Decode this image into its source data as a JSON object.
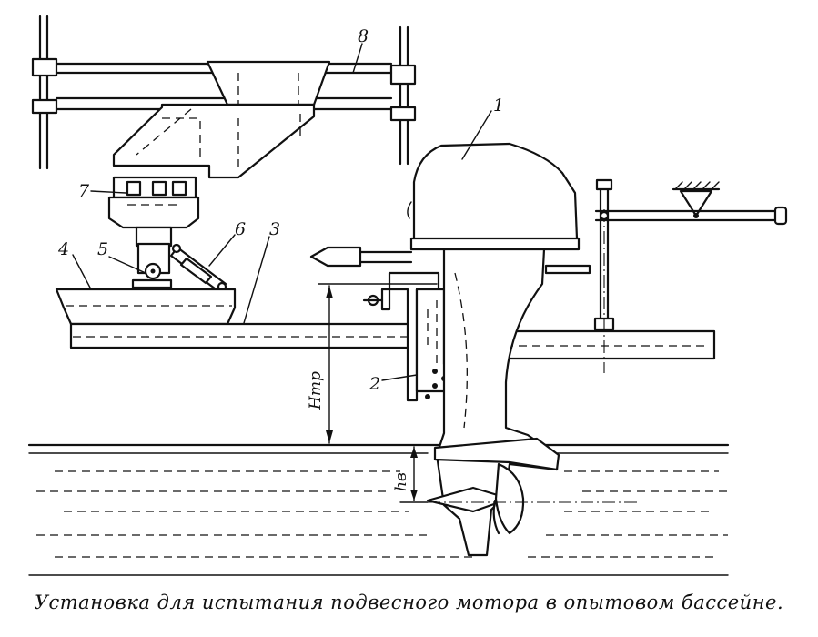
{
  "caption": "Установка для испытания подвесного мотора в опытовом бассейне.",
  "part_labels": {
    "motor": "1",
    "bracket": "2",
    "beam": "3",
    "platform": "4",
    "pivot": "5",
    "strut": "6",
    "dynamometer": "7",
    "carriage": "8"
  },
  "dimensions": {
    "transom_height": "Hтр",
    "immersion_depth": "hв"
  }
}
